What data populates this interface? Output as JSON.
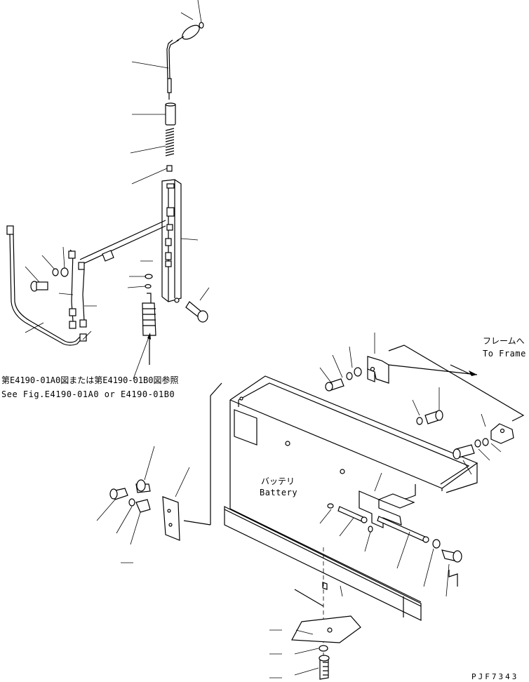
{
  "diagram": {
    "reference_note_jp": "第E4190-01A0図または第E4190-01B0図参照",
    "reference_note_en": "See Fig.E4190-01A0 or E4190-01B0",
    "battery_label_jp": "バッテリ",
    "battery_label_en": "Battery",
    "frame_label_jp": "フレームへ",
    "frame_label_en": "To Frame",
    "drawing_code": "PJF7343"
  }
}
